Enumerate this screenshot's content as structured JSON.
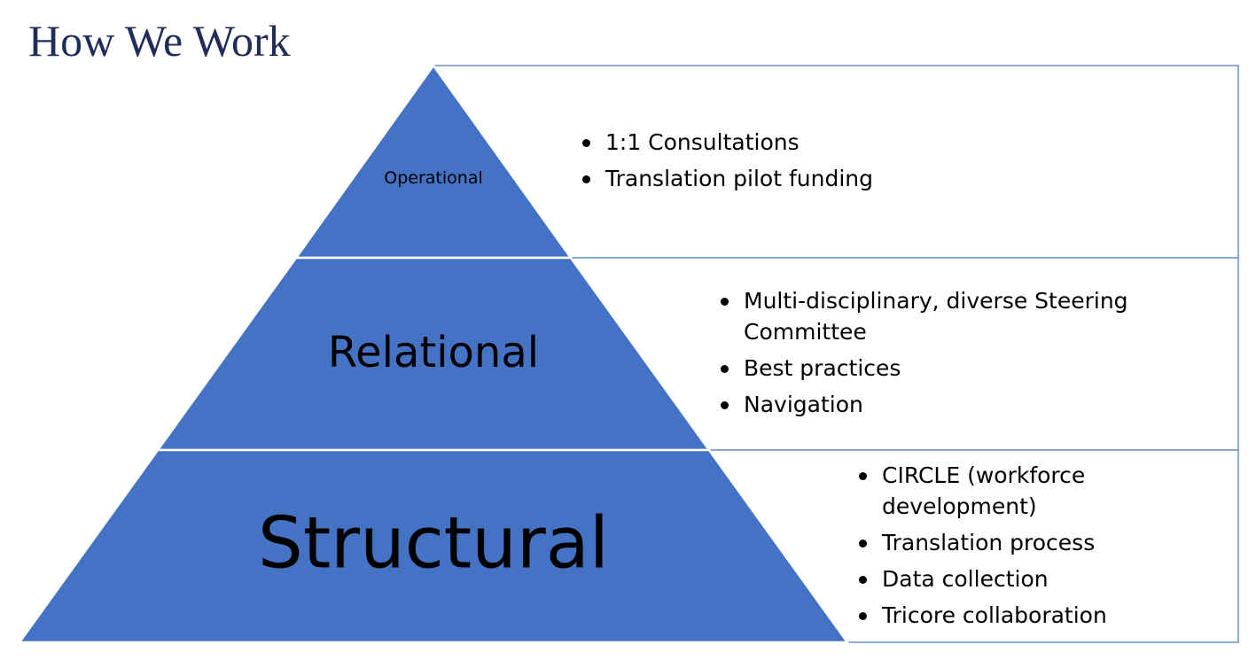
{
  "slide": {
    "title": "How We Work"
  },
  "pyramid": {
    "fill_color": "#4472c4",
    "box_border_color": "#6f8fcf",
    "title_color": "#1f2d5a",
    "tiers": [
      {
        "label": "Operational",
        "items": [
          "1:1 Consultations",
          "Translation pilot funding"
        ]
      },
      {
        "label": "Relational",
        "items": [
          "Multi-disciplinary, diverse Steering Committee",
          "Best practices",
          "Navigation"
        ]
      },
      {
        "label": "Structural",
        "items": [
          "CIRCLE (workforce development)",
          "Translation process",
          "Data collection",
          "Tricore collaboration"
        ]
      }
    ]
  }
}
